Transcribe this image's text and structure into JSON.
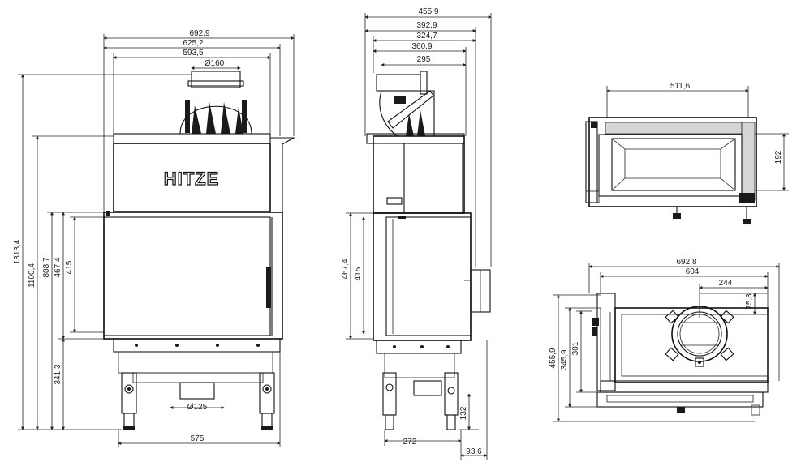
{
  "brand": "HITZE",
  "front": {
    "dim_width_total": "692,9",
    "dim_width_mid": "625,2",
    "dim_width_inner": "593,5",
    "dim_flue": "Ø160",
    "dim_height_total": "1313,4",
    "dim_height_hood": "1100,4",
    "dim_height_body": "808,7",
    "dim_height_door": "467,4",
    "dim_height_glass": "415",
    "dim_height_legs": "341,3",
    "dim_air_inlet": "Ø125",
    "dim_base_width": "575"
  },
  "side": {
    "dim_depth_total": "455,9",
    "dim_depth_a": "392,9",
    "dim_depth_b": "324,7",
    "dim_depth_c": "360,9",
    "dim_depth_d": "295",
    "dim_height_door": "467,4",
    "dim_height_glass": "415",
    "dim_leg_height": "132",
    "dim_base": "272",
    "dim_offset": "93,6"
  },
  "section": {
    "dim_width": "511,6",
    "dim_depth": "192"
  },
  "top": {
    "dim_width_total": "692,8",
    "dim_width_a": "604",
    "dim_flue_offset_x": "244",
    "dim_flue_offset_y": "75,3",
    "dim_depth_total": "455,9",
    "dim_depth_a": "345,9",
    "dim_depth_b": "301"
  }
}
